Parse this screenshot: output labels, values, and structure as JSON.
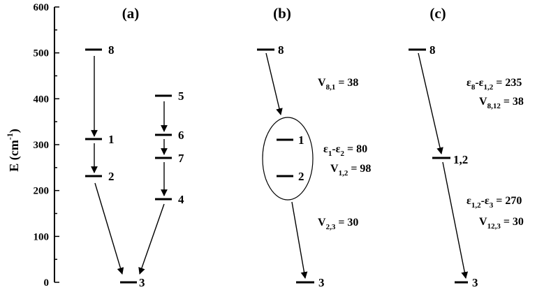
{
  "axis": {
    "label": "E (cm",
    "label_sup": "-1",
    "label_close": ")",
    "ticks": [
      "0",
      "100",
      "200",
      "300",
      "400",
      "500",
      "600"
    ]
  },
  "panels": {
    "a": {
      "label": "(a)",
      "levels": [
        {
          "name": "8",
          "energy": 505
        },
        {
          "name": "1",
          "energy": 310
        },
        {
          "name": "2",
          "energy": 230
        },
        {
          "name": "5",
          "energy": 405
        },
        {
          "name": "6",
          "energy": 320
        },
        {
          "name": "7",
          "energy": 270
        },
        {
          "name": "4",
          "energy": 180
        },
        {
          "name": "3",
          "energy": 0
        }
      ]
    },
    "b": {
      "label": "(b)",
      "levels": [
        {
          "name": "8",
          "energy": 505
        },
        {
          "name": "1",
          "energy": 310
        },
        {
          "name": "2",
          "energy": 230
        },
        {
          "name": "3",
          "energy": 0
        }
      ],
      "annotations": {
        "v81": {
          "main": "V",
          "sub": "8,1",
          "rest": " = 38"
        },
        "e12": {
          "p1": "ε",
          "s1": "1",
          "p2": "-ε",
          "s2": "2",
          "rest": " = 80"
        },
        "v12": {
          "main": "V",
          "sub": "1,2",
          "rest": " = 98"
        },
        "v23": {
          "main": "V",
          "sub": "2,3",
          "rest": " = 30"
        }
      }
    },
    "c": {
      "label": "(c)",
      "levels": [
        {
          "name": "8",
          "energy": 505
        },
        {
          "name": "1,2",
          "energy": 270
        },
        {
          "name": "3",
          "energy": 0
        }
      ],
      "annotations": {
        "e8_12": {
          "p1": "ε",
          "s1": "8",
          "p2": "-ε",
          "s2": "1,2",
          "rest": " = 235"
        },
        "v8_12": {
          "main": "V",
          "sub": "8,12",
          "rest": " = 38"
        },
        "e12_3": {
          "p1": "ε",
          "s1": "1,2",
          "p2": "-ε",
          "s2": "3",
          "rest": " = 270"
        },
        "v12_3": {
          "main": "V",
          "sub": "12,3",
          "rest": " = 30"
        }
      }
    }
  }
}
